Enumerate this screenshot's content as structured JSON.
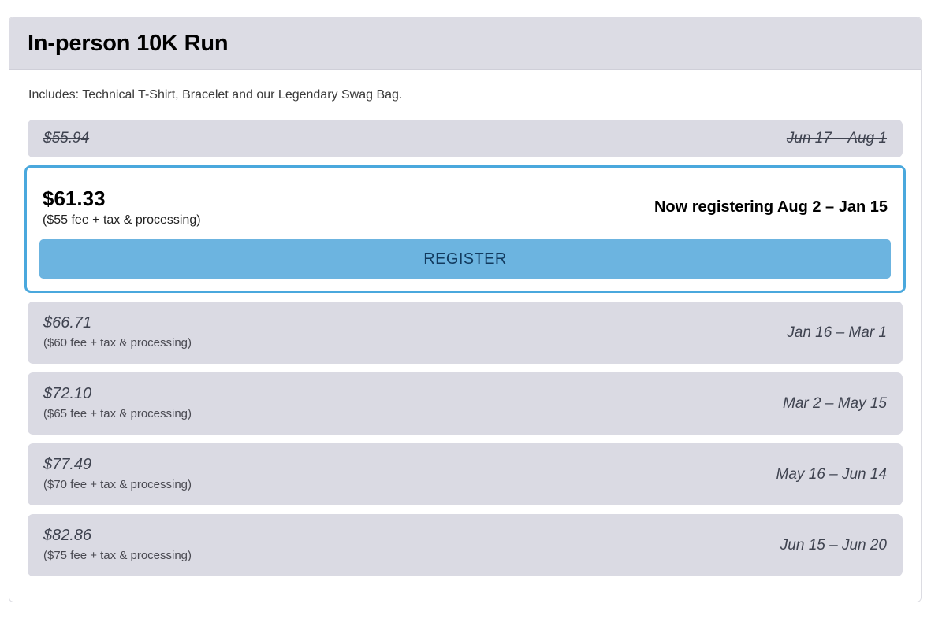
{
  "card": {
    "title": "In-person 10K Run",
    "includes": "Includes: Technical T-Shirt, Bracelet and our Legendary Swag Bag."
  },
  "colors": {
    "header_background": "#dcdce4",
    "row_background": "#dadae3",
    "active_border": "#4aa8dd",
    "register_button_background": "#6cb4e0",
    "register_button_text": "#123a5e"
  },
  "tiers": [
    {
      "price": "$55.94",
      "fee": "",
      "dates": "Jun 17 – Aug 1",
      "state": "expired"
    },
    {
      "price": "$61.33",
      "fee": "($55 fee + tax & processing)",
      "dates": "Now registering Aug 2 – Jan 15",
      "state": "active",
      "button_label": "REGISTER"
    },
    {
      "price": "$66.71",
      "fee": "($60 fee + tax & processing)",
      "dates": "Jan 16 – Mar 1",
      "state": "upcoming"
    },
    {
      "price": "$72.10",
      "fee": "($65 fee + tax & processing)",
      "dates": "Mar 2 – May 15",
      "state": "upcoming"
    },
    {
      "price": "$77.49",
      "fee": "($70 fee + tax & processing)",
      "dates": "May 16 – Jun 14",
      "state": "upcoming"
    },
    {
      "price": "$82.86",
      "fee": "($75 fee + tax & processing)",
      "dates": "Jun 15 – Jun 20",
      "state": "upcoming"
    }
  ]
}
